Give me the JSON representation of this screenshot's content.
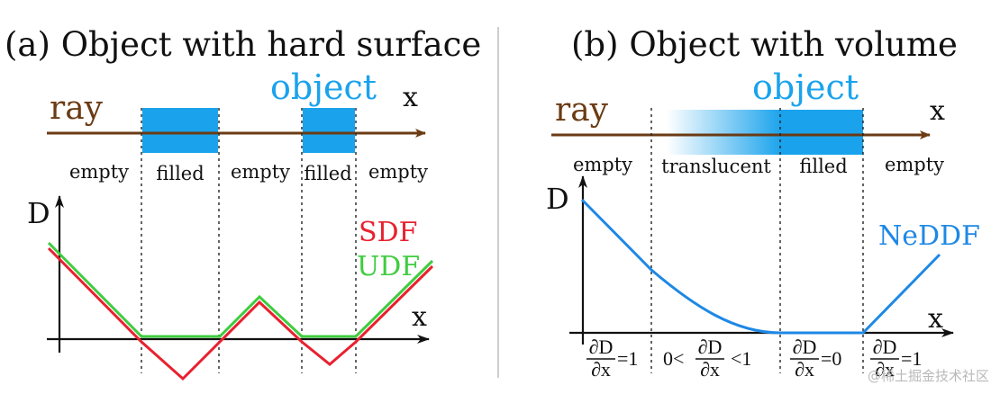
{
  "colors": {
    "ray": "#6b3b14",
    "object": "#1aa3ec",
    "sdf": "#e8212f",
    "udf": "#3fcc3f",
    "neddf": "#1e88e5",
    "axis": "#111111",
    "divider": "#b8b8b8"
  },
  "panel_a": {
    "title": "(a) Object with hard surface",
    "object_label": "object",
    "ray_label": "ray",
    "x_label": "x",
    "regions": [
      "empty",
      "filled",
      "empty",
      "filled",
      "empty"
    ],
    "d_label": "D",
    "x_axis_label": "x",
    "legend": {
      "sdf": "SDF",
      "udf": "UDF"
    }
  },
  "panel_b": {
    "title": "(b) Object with volume",
    "object_label": "object",
    "ray_label": "ray",
    "x_label": "x",
    "regions": [
      "empty",
      "translucent",
      "filled",
      "empty"
    ],
    "d_label": "D",
    "x_axis_label": "x",
    "legend": {
      "neddf": "NeDDF"
    },
    "derivatives": {
      "d1": {
        "pre": "",
        "num": "∂D",
        "den": "∂x",
        "post": "=1"
      },
      "d2": {
        "pre": "0<",
        "num": "∂D",
        "den": "∂x",
        "post": "<1"
      },
      "d3": {
        "pre": "",
        "num": "∂D",
        "den": "∂x",
        "post": "=0"
      },
      "d4": {
        "pre": "",
        "num": "∂D",
        "den": "∂x",
        "post": "=1"
      }
    }
  },
  "watermark": "@稀土掘金技术社区"
}
